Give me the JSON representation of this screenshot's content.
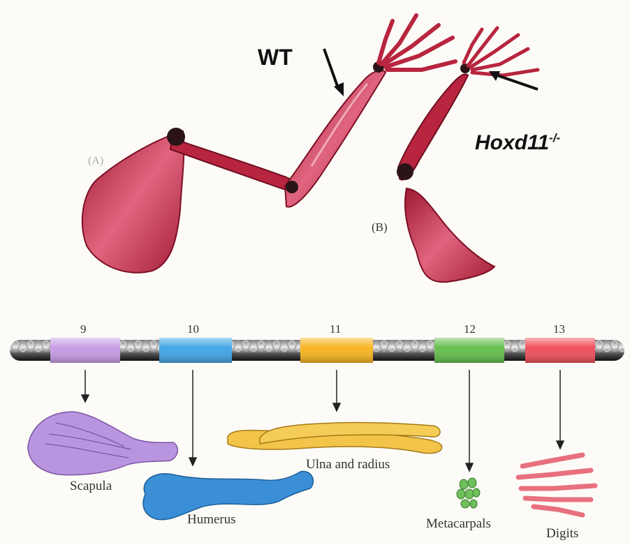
{
  "photo": {
    "wt_label": "WT",
    "mutant_label_gene": "Hoxd11",
    "mutant_label_sup": "-/-",
    "panel_a": "(A)",
    "panel_b": "(B)"
  },
  "diagram": {
    "genes": [
      {
        "number": "9",
        "color": "#c79ce6",
        "bone": "Scapula"
      },
      {
        "number": "10",
        "color": "#43a6e6",
        "bone": "Humerus"
      },
      {
        "number": "11",
        "color": "#f7b521",
        "bone": "Ulna and radius"
      },
      {
        "number": "12",
        "color": "#66bf4f",
        "bone": "Metacarpals"
      },
      {
        "number": "13",
        "color": "#f0505c",
        "bone": "Digits"
      }
    ]
  },
  "colors": {
    "bone_stain": "#b8253e",
    "bone_stain_light": "#e4607f",
    "joint": "#2a1416",
    "chromosome": "#2b2b2b"
  }
}
